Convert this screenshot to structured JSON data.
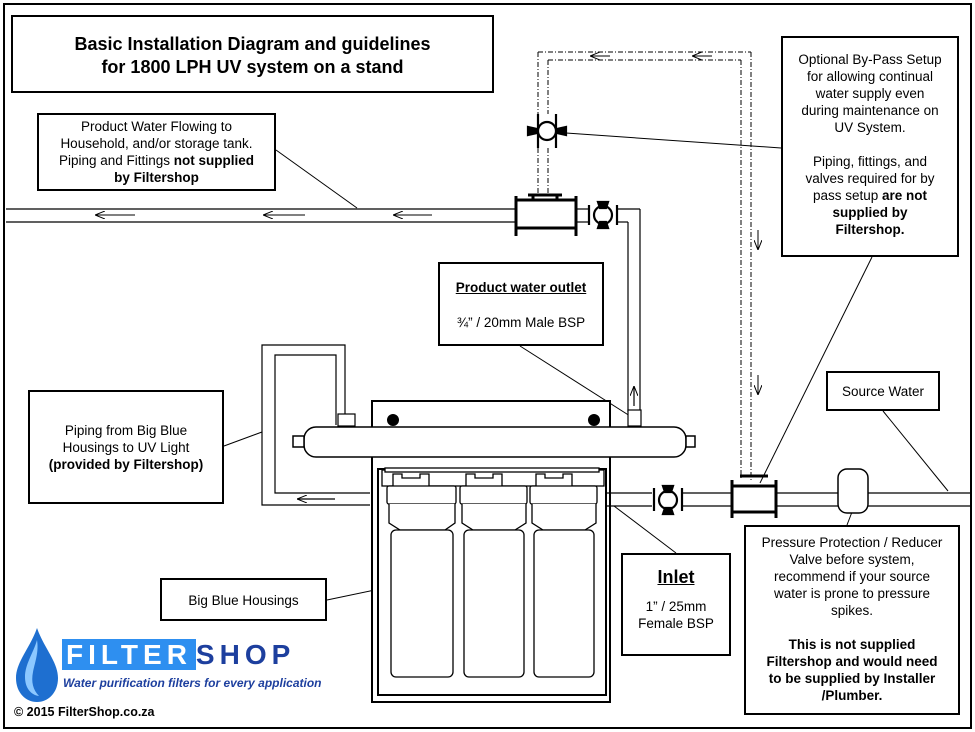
{
  "title": {
    "line1": "Basic Installation  Diagram and guidelines",
    "line2": "for 1800 LPH UV  system on a stand"
  },
  "product_water_note": {
    "line1": "Product Water Flowing to",
    "line2": "Household, and/or storage tank.",
    "line3_plain": "Piping and Fittings ",
    "line3_bold": "not supplied",
    "line4_bold": "by Filtershop"
  },
  "bypass_note": {
    "lines": [
      "Optional By-Pass Setup",
      "for allowing continual",
      "water supply even",
      "during maintenance on",
      "UV System."
    ],
    "lines2": [
      "Piping, fittings, and",
      "valves required for by"
    ],
    "line_mixed_plain": "pass setup ",
    "line_mixed_bold": "are not",
    "bold_lines": [
      "supplied by",
      "Filtershop."
    ]
  },
  "outlet_note": {
    "heading": "Product water outlet",
    "value": "¾” / 20mm Male BSP"
  },
  "piping_note": {
    "line1": "Piping from Big Blue",
    "line2": "Housings to UV Light",
    "line3_bold": "(provided by Filtershop)"
  },
  "source_note": {
    "label": "Source Water"
  },
  "housings_note": {
    "label": "Big Blue Housings"
  },
  "inlet_note": {
    "heading": "Inlet",
    "line1": "1” / 25mm",
    "line2": "Female BSP"
  },
  "pressure_note": {
    "lines": [
      "Pressure Protection / Reducer",
      "Valve before system,",
      "recommend if your source",
      "water is prone to pressure",
      "spikes."
    ],
    "bold_lines": [
      "This is not supplied",
      "Filtershop and would need",
      "to be supplied by Installer",
      "/Plumber."
    ]
  },
  "logo": {
    "word_part1": "FILTER",
    "word_part2": "SHOP",
    "tagline": "Water purification filters for every application",
    "colors": {
      "light_blue": "#2e8ff0",
      "dark_blue": "#1d3f9e"
    }
  },
  "copyright": "© 2015 FilterShop.co.za",
  "icons": [
    "water-drop-icon",
    "ball-valve-icon",
    "tee-fitting-icon",
    "pressure-valve-icon",
    "flow-arrow-icon"
  ]
}
